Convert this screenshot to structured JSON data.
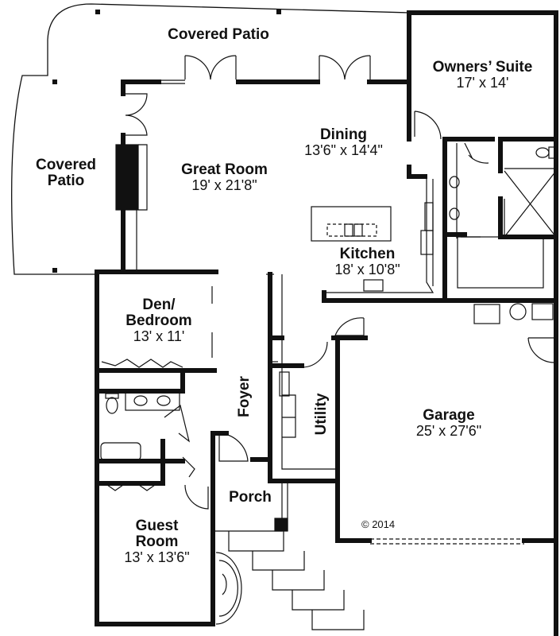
{
  "plan": {
    "rooms": [
      {
        "id": "covered-patio-top",
        "name": "Covered Patio",
        "dims": ""
      },
      {
        "id": "covered-patio-left",
        "name": "Covered\nPatio",
        "name_line1": "Covered",
        "name_line2": "Patio",
        "dims": ""
      },
      {
        "id": "great-room",
        "name": "Great Room",
        "dims": "19' x 21'8\""
      },
      {
        "id": "dining",
        "name": "Dining",
        "dims": "13'6\" x 14'4\""
      },
      {
        "id": "owners-suite",
        "name": "Owners’ Suite",
        "dims": "17' x 14'"
      },
      {
        "id": "kitchen",
        "name": "Kitchen",
        "dims": "18' x 10'8\""
      },
      {
        "id": "den-bedroom",
        "name_line1": "Den/",
        "name_line2": "Bedroom",
        "dims": "13' x 11'"
      },
      {
        "id": "foyer",
        "name": "Foyer",
        "dims": ""
      },
      {
        "id": "utility",
        "name": "Utility",
        "dims": ""
      },
      {
        "id": "garage",
        "name": "Garage",
        "dims": "25' x 27'6\""
      },
      {
        "id": "porch",
        "name": "Porch",
        "dims": ""
      },
      {
        "id": "guest-room",
        "name_line1": "Guest",
        "name_line2": "Room",
        "dims": "13' x 13'6\""
      }
    ],
    "copyright": "© 2014"
  }
}
